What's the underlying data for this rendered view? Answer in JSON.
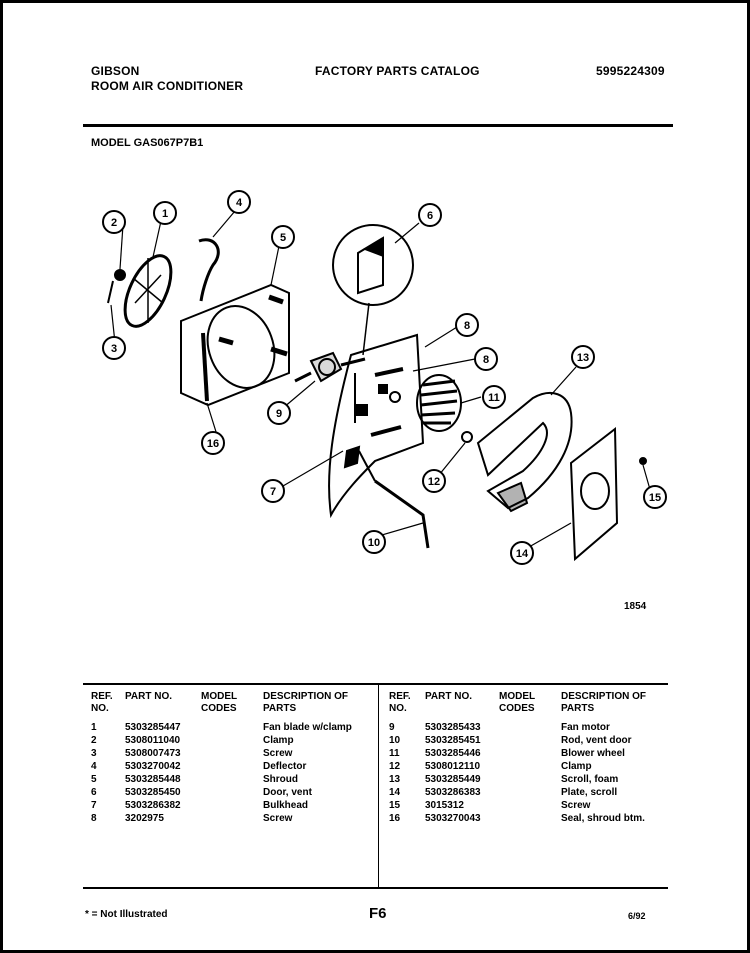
{
  "header": {
    "brand": "GIBSON",
    "product": "ROOM AIR CONDITIONER",
    "catalog_title": "FACTORY PARTS CATALOG",
    "catalog_number": "5995224309"
  },
  "model_line": "MODEL GAS067P7B1",
  "figure_number": "1854",
  "callouts": [
    "1",
    "2",
    "3",
    "4",
    "5",
    "6",
    "7",
    "8",
    "8",
    "9",
    "10",
    "11",
    "12",
    "13",
    "14",
    "15",
    "16"
  ],
  "table": {
    "headers": {
      "ref_no": "REF. NO.",
      "part_no": "PART NO.",
      "model_codes": "MODEL CODES",
      "description": "DESCRIPTION OF PARTS"
    },
    "left": [
      {
        "ref": "1",
        "part": "5303285447",
        "desc": "Fan blade w/clamp"
      },
      {
        "ref": "2",
        "part": "5308011040",
        "desc": "Clamp"
      },
      {
        "ref": "3",
        "part": "5308007473",
        "desc": "Screw"
      },
      {
        "ref": "4",
        "part": "5303270042",
        "desc": "Deflector"
      },
      {
        "ref": "5",
        "part": "5303285448",
        "desc": "Shroud"
      },
      {
        "ref": "6",
        "part": "5303285450",
        "desc": "Door, vent"
      },
      {
        "ref": "7",
        "part": "5303286382",
        "desc": "Bulkhead"
      },
      {
        "ref": "8",
        "part": "3202975",
        "desc": "Screw"
      }
    ],
    "right": [
      {
        "ref": "9",
        "part": "5303285433",
        "desc": "Fan motor"
      },
      {
        "ref": "10",
        "part": "5303285451",
        "desc": "Rod, vent door"
      },
      {
        "ref": "11",
        "part": "5303285446",
        "desc": "Blower wheel"
      },
      {
        "ref": "12",
        "part": "5308012110",
        "desc": "Clamp"
      },
      {
        "ref": "13",
        "part": "5303285449",
        "desc": "Scroll, foam"
      },
      {
        "ref": "14",
        "part": "5303286383",
        "desc": "Plate, scroll"
      },
      {
        "ref": "15",
        "part": "3015312",
        "desc": "Screw"
      },
      {
        "ref": "16",
        "part": "5303270043",
        "desc": "Seal, shroud btm."
      }
    ]
  },
  "footer": {
    "note": "* = Not Illustrated",
    "page": "F6",
    "date": "6/92"
  }
}
